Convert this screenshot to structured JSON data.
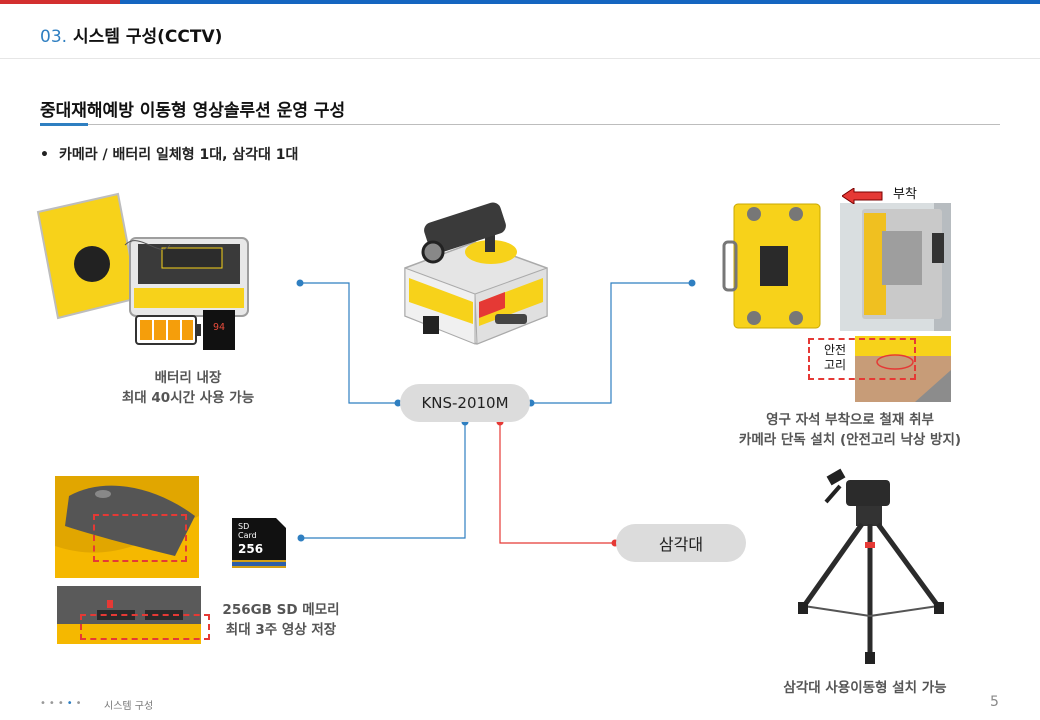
{
  "header": {
    "number": "03.",
    "title": "시스템 구성(CCTV)"
  },
  "section": {
    "title": "중대재해예방 이동형 영상솔루션 운영 구성"
  },
  "bullet": {
    "text": "카메라 / 배터리 일체형 1대, 삼각대 1대"
  },
  "nodes": {
    "main": "KNS-2010M",
    "tripod": "삼각대"
  },
  "captions": {
    "battery": [
      "배터리 내장",
      "최대 40시간 사용 가능"
    ],
    "magnet": [
      "영구 자석 부착으로 철재 취부",
      "카메라 단독 설치  (안전고리 낙상 방지)"
    ],
    "sd": [
      "256GB SD 메모리",
      "최대 3주  영상 저장"
    ],
    "tripod": "삼각대 사용이동형 설치 가능"
  },
  "labels": {
    "attach": "부착",
    "safety_hook": [
      "안전",
      "고리"
    ],
    "battery_display": "94",
    "sd_card_top": "SD Card",
    "sd_card_capacity": "256"
  },
  "footer": {
    "text": "시스템 구성",
    "page": "5"
  },
  "colors": {
    "accent_blue": "#2f7fc1",
    "accent_red": "#e53935",
    "device_yellow": "#f7d21a"
  }
}
